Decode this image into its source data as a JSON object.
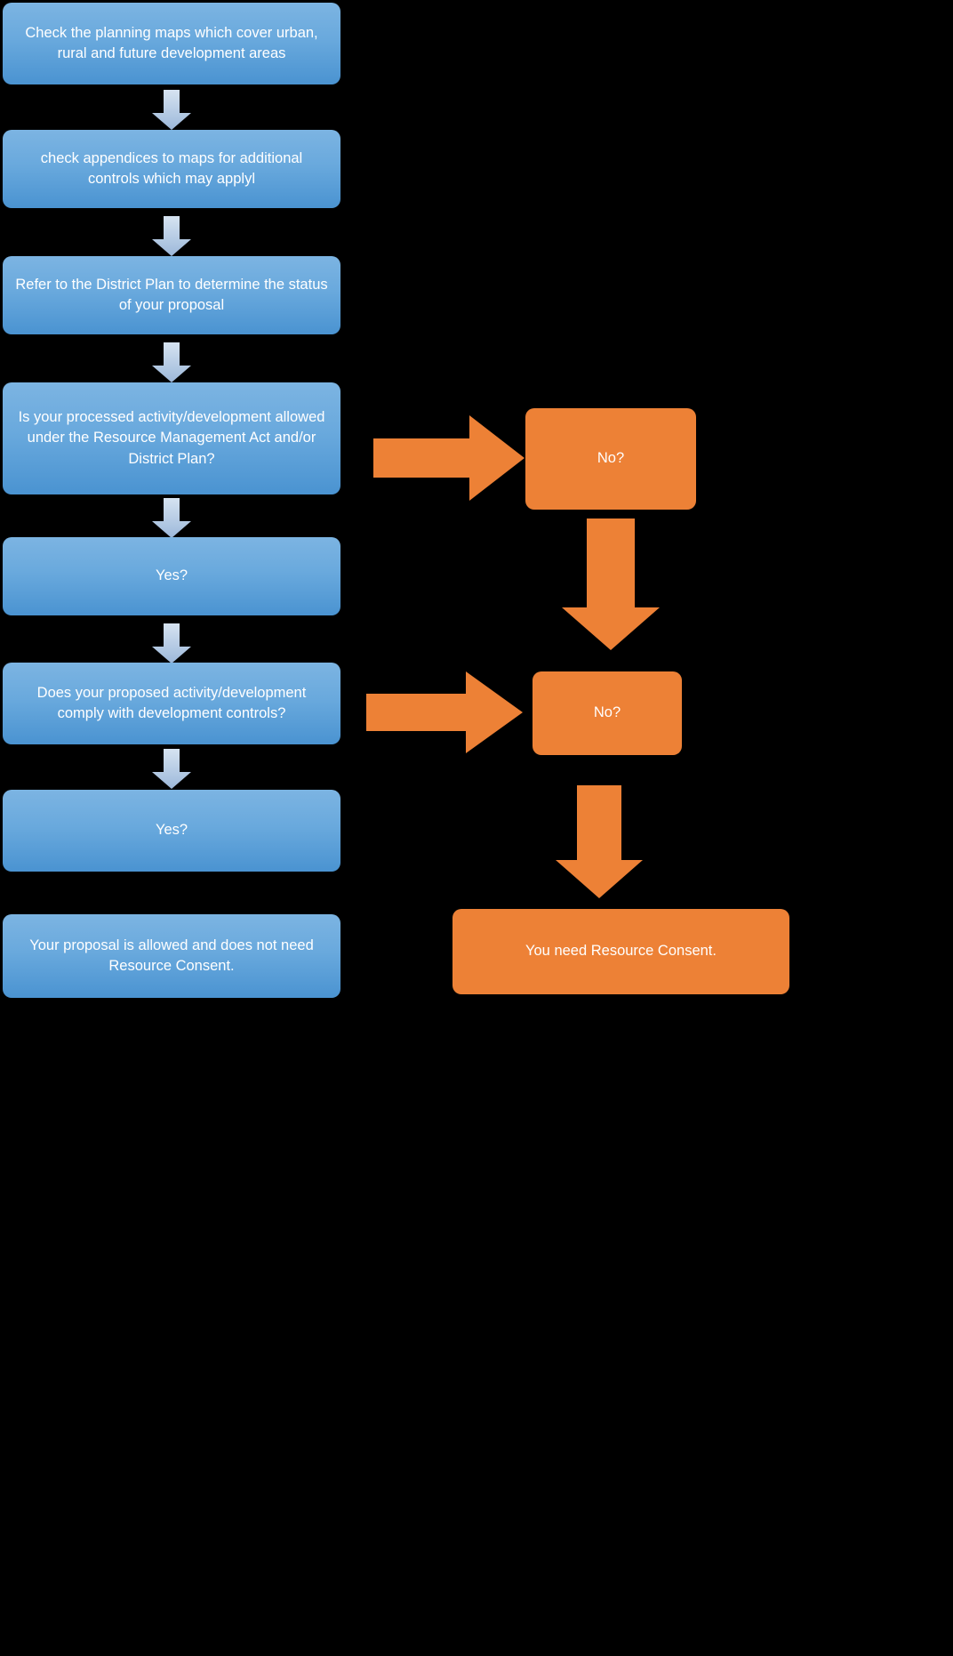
{
  "diagram": {
    "title": "Resource Consent decision flowchart",
    "colors": {
      "background": "#000000",
      "blue_box_top": "#7cb4e2",
      "blue_box_bottom": "#4a93d1",
      "blue_arrow_light": "#cddcee",
      "blue_arrow_dark": "#9db9da",
      "orange": "#ed8136",
      "text": "#ffffff"
    },
    "left_column": {
      "steps": [
        {
          "id": "step-check-planning-maps",
          "label": "Check the planning maps which cover urban, rural and future development areas"
        },
        {
          "id": "step-check-appendices",
          "label": "check appendices to maps for additional controls which may applyl"
        },
        {
          "id": "step-refer-district-plan",
          "label": "Refer to the District Plan to determine the status of your proposal"
        },
        {
          "id": "decision-allowed-rma",
          "label": "Is your processed activity/development allowed under the Resource Management Act and/or District Plan?"
        },
        {
          "id": "answer-yes-1",
          "label": "Yes?"
        },
        {
          "id": "decision-development-controls",
          "label": "Does your proposed activity/development comply with development controls?"
        },
        {
          "id": "answer-yes-2",
          "label": "Yes?"
        },
        {
          "id": "outcome-no-consent",
          "label": "Your proposal is allowed and does not need Resource Consent."
        }
      ]
    },
    "right_column": {
      "steps": [
        {
          "id": "answer-no-1",
          "label": "No?"
        },
        {
          "id": "answer-no-2",
          "label": "No?"
        },
        {
          "id": "outcome-need-consent",
          "label": "You need Resource Consent."
        }
      ]
    },
    "connectors": {
      "down_arrow_icon": "arrow-down-icon",
      "right_arrow_icon": "arrow-right-icon",
      "count_blue_down": 6,
      "count_orange_right": 2,
      "count_orange_down": 2
    }
  }
}
